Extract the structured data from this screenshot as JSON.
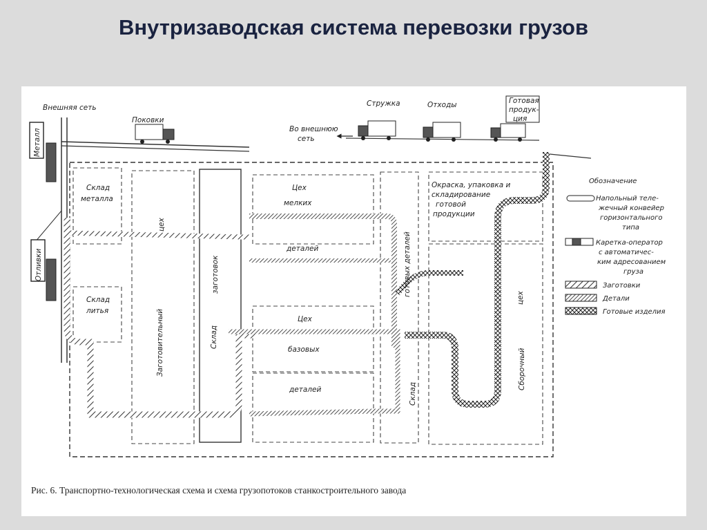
{
  "slide": {
    "title": "Внутризаводская система перевозки грузов",
    "caption": "Рис. 6. Транспортно-технологическая схема и схема грузопотоков станкостроительного завода"
  },
  "diagram": {
    "external_network": "Внешняя сеть",
    "forgings": "Поковки",
    "metal_truck": "Металл",
    "castings_truck": "Отливки",
    "to_external_network_1": "Во внешнюю",
    "to_external_network_2": "сеть",
    "chips": "Стружка",
    "waste": "Отходы",
    "finished_products_1": "Готовая",
    "finished_products_2": "продук-",
    "finished_products_3": "ция",
    "metal_warehouse_1": "Склад",
    "metal_warehouse_2": "металла",
    "castings_warehouse_1": "Склад",
    "castings_warehouse_2": "литья",
    "blanking_shop": "Заготовительный",
    "blanking_shop_2": "цех",
    "blanks_warehouse_1": "Склад",
    "blanks_warehouse_2": "заготовок",
    "small_parts_1": "Цех",
    "small_parts_2": "мелких",
    "small_parts_3": "деталей",
    "base_parts_1": "Цех",
    "base_parts_2": "базовых",
    "base_parts_3": "деталей",
    "finished_parts_warehouse_1": "Склад",
    "finished_parts_warehouse_2": "готовых деталей",
    "painting_1": "Окраска, упаковка и",
    "painting_2": "складирование",
    "painting_3": "готовой",
    "painting_4": "продукции",
    "assembly_1": "Сборочный",
    "assembly_2": "цех"
  },
  "legend": {
    "title": "Обозначение",
    "conveyor": [
      "Напольный теле-",
      "жечный конвейер",
      "горизонтального",
      "типа"
    ],
    "carriage": [
      "Каретка-оператор",
      "с автоматичес-",
      "ким адресованием",
      "груза"
    ],
    "blanks": "Заготовки",
    "parts": "Детали",
    "finished": "Готовые изделия"
  }
}
